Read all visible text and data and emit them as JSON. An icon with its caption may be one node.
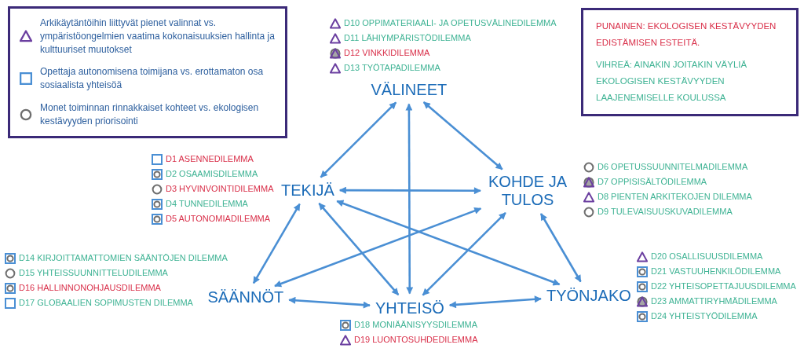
{
  "diagram": {
    "nodes": [
      {
        "text": [
          "VÄLINEET"
        ],
        "beside": [
          "D10 OPPIMATERIAALI- JA OPETUSVÄLINEDILEMMA",
          "D11 LÄHIYMPÄRISTÖDILEMMA",
          "D12 VINKKIDILEMMA",
          "D13 TYÖTAPADILEMMA"
        ]
      },
      {
        "text": [
          "TEKIJÄ"
        ],
        "beside": [
          "D1 ASENNEDILEMMA",
          "D2 OSAAMISDILEMMA",
          "D3 HYVINVOINTIDILEMMA",
          "D4 TUNNEDILEMMA",
          "D5 AUTONOMIADILEMMA"
        ]
      },
      {
        "text": [
          "KOHDE JA TULOS"
        ],
        "beside": [
          "D6 OPETUSSUUNNITELMADILEMMA",
          "D7 OPPISISÄLTÖDILEMMA",
          "D8 PIENTEN ARKITEKOJEN DILEMMA",
          "D9 TULEVAISUUSKUVADILEMMA"
        ]
      },
      {
        "text": [
          "SÄÄNNÖT"
        ],
        "beside": [
          "D14 KIRJOITTAMATTOMIEN SÄÄNTÖJEN DILEMMA",
          "D15 YHTEISSUUNNITTELUDILEMMA",
          "D16 HALLINNONOHJAUSDILEMMA",
          "D17 GLOBAALIEN SOPIMUSTEN DILEMMA"
        ]
      },
      {
        "text": [
          "YHTEISÖ"
        ],
        "beside": [
          "D18 MONIÄÄNISYYSDILEMMA",
          "D19 LUONTOSUHDEDILEMMA"
        ]
      },
      {
        "text": [
          "TYÖNJAKO"
        ],
        "beside": [
          "D20 OSALLISUUSDILEMMA",
          "D21 VASTUUHENKILÖDILEMMA",
          "D22 YHTEISOPETTAJUUSDILEMMA",
          "D23 AMMATTIRYHMÄDILEMMA",
          "D24 YHTEISTYÖDILEMMA"
        ]
      }
    ],
    "edges": [
      {
        "from": 0,
        "to": 1,
        "arrow": "both"
      },
      {
        "from": 0,
        "to": 2,
        "arrow": "both"
      },
      {
        "from": 0,
        "to": 4,
        "arrow": "both"
      },
      {
        "from": 1,
        "to": 2,
        "arrow": "both"
      },
      {
        "from": 1,
        "to": 3,
        "arrow": "both"
      },
      {
        "from": 1,
        "to": 4,
        "arrow": "both"
      },
      {
        "from": 1,
        "to": 5,
        "arrow": "both"
      },
      {
        "from": 2,
        "to": 3,
        "arrow": "both"
      },
      {
        "from": 2,
        "to": 4,
        "arrow": "both"
      },
      {
        "from": 2,
        "to": 5,
        "arrow": "both"
      },
      {
        "from": 3,
        "to": 4,
        "arrow": "both"
      },
      {
        "from": 4,
        "to": 5,
        "arrow": "both"
      }
    ],
    "legend": [
      {
        "text": "Arkikäytäntöihin liittyvät pienet valinnat vs. ympäristöongelmien vaatima kokonaisuuksien hallinta ja kulttuuriset muutokset"
      },
      {
        "text": "Opettaja autonomisena toimijana vs. erottamaton osa sosiaalista yhteisöä"
      },
      {
        "text": "Monet toiminnan rinnakkaiset kohteet vs. ekologisen kestävyyden priorisointi"
      },
      {
        "text": "PUNAINEN: EKOLOGISEN KESTÄVYYDEN EDISTÄMISEN ESTEITÄ.",
        "color": "#d9304a"
      },
      {
        "text": "VIHREÄ: AINAKIN JOITAKIN VÄYLIÄ EKOLOGISEN KESTÄVYYDEN LAAJENEMISELLE KOULUSSA",
        "color": "#3fb394"
      }
    ]
  }
}
